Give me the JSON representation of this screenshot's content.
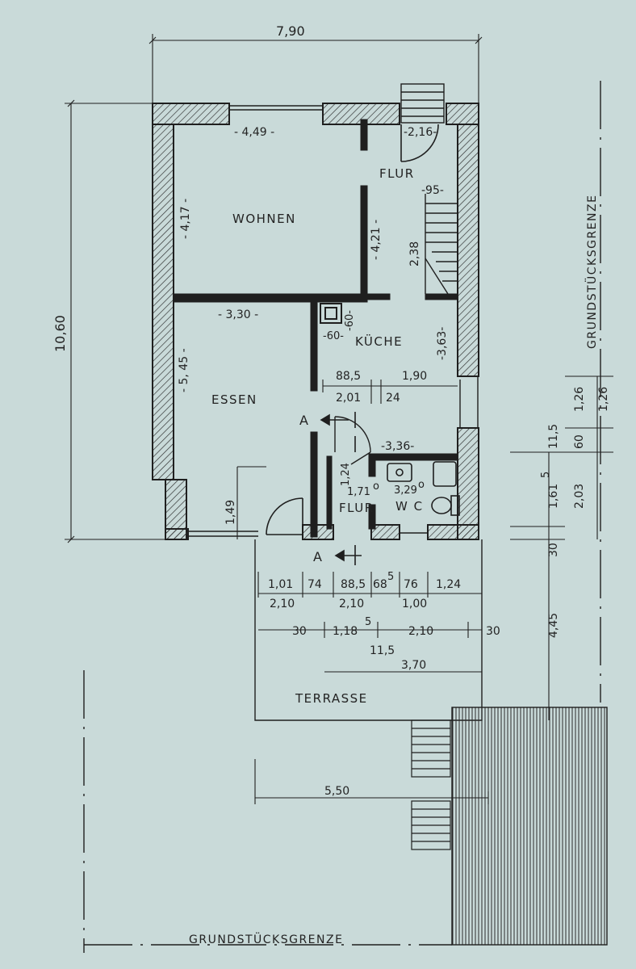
{
  "colors": {
    "paper": "#c9dad9",
    "ink": "#1f1f1f"
  },
  "rooms": {
    "wohnen": "WOHNEN",
    "flur_upper": "FLUR",
    "kueche": "KÜCHE",
    "essen": "ESSEN",
    "flur_lower": "FLUR",
    "wc": "W C",
    "terrasse": "TERRASSE"
  },
  "boundary": {
    "right": "GRUNDSTÜCKSGRENZE",
    "bottom": "GRUNDSTÜCKSGRENZE"
  },
  "section": {
    "top": "A",
    "bottom": "A"
  },
  "dims": {
    "overall_width": "7,90",
    "overall_height": "10,60",
    "wohnen_width": "- 4,49 -",
    "wohnen_height": "- 4,17 -",
    "wohnen_height_inner": "- 4,21 -",
    "flur_width": "-2,16-",
    "stair_width": "-95-",
    "stair_length": "2,38",
    "essen_width": "- 3,30 -",
    "essen_height": "- 5, 45 -",
    "chimney_w": "-60-",
    "chimney_h": "-60-",
    "kueche_height": "-3,63-",
    "door_88": "88,5",
    "d_190": "1,90",
    "d_201": "2,01",
    "d_24": "24",
    "d_336": "-3,36-",
    "flur_area": "1,71",
    "wc_area": "3,29",
    "d_124v": "1,24",
    "d_149": "1,49",
    "bot_101": "1,01",
    "bot_74": "74",
    "bot_885": "88,5",
    "bot_685": "68",
    "bot_685_sup": "5",
    "bot_76": "76",
    "bot_124": "1,24",
    "bot_210a": "2,10",
    "bot_210b": "2,10",
    "bot_100": "1,00",
    "ter_30a": "30",
    "ter_118": "1,18",
    "ter_118_sup": "5",
    "ter_210": "2,10",
    "ter_30b": "30",
    "ter_115": "11,5",
    "ter_370": "3,70",
    "garden_550": "5,50",
    "r_126a": "1,26",
    "r_126b": "1,26",
    "r_115": "11,5",
    "r_60": "60",
    "r_161": "1,61",
    "r_161_sup": "5",
    "r_203": "2,03",
    "r_30": "30",
    "r_445": "4,45",
    "sup_o": "o",
    "sup_5": "5"
  }
}
